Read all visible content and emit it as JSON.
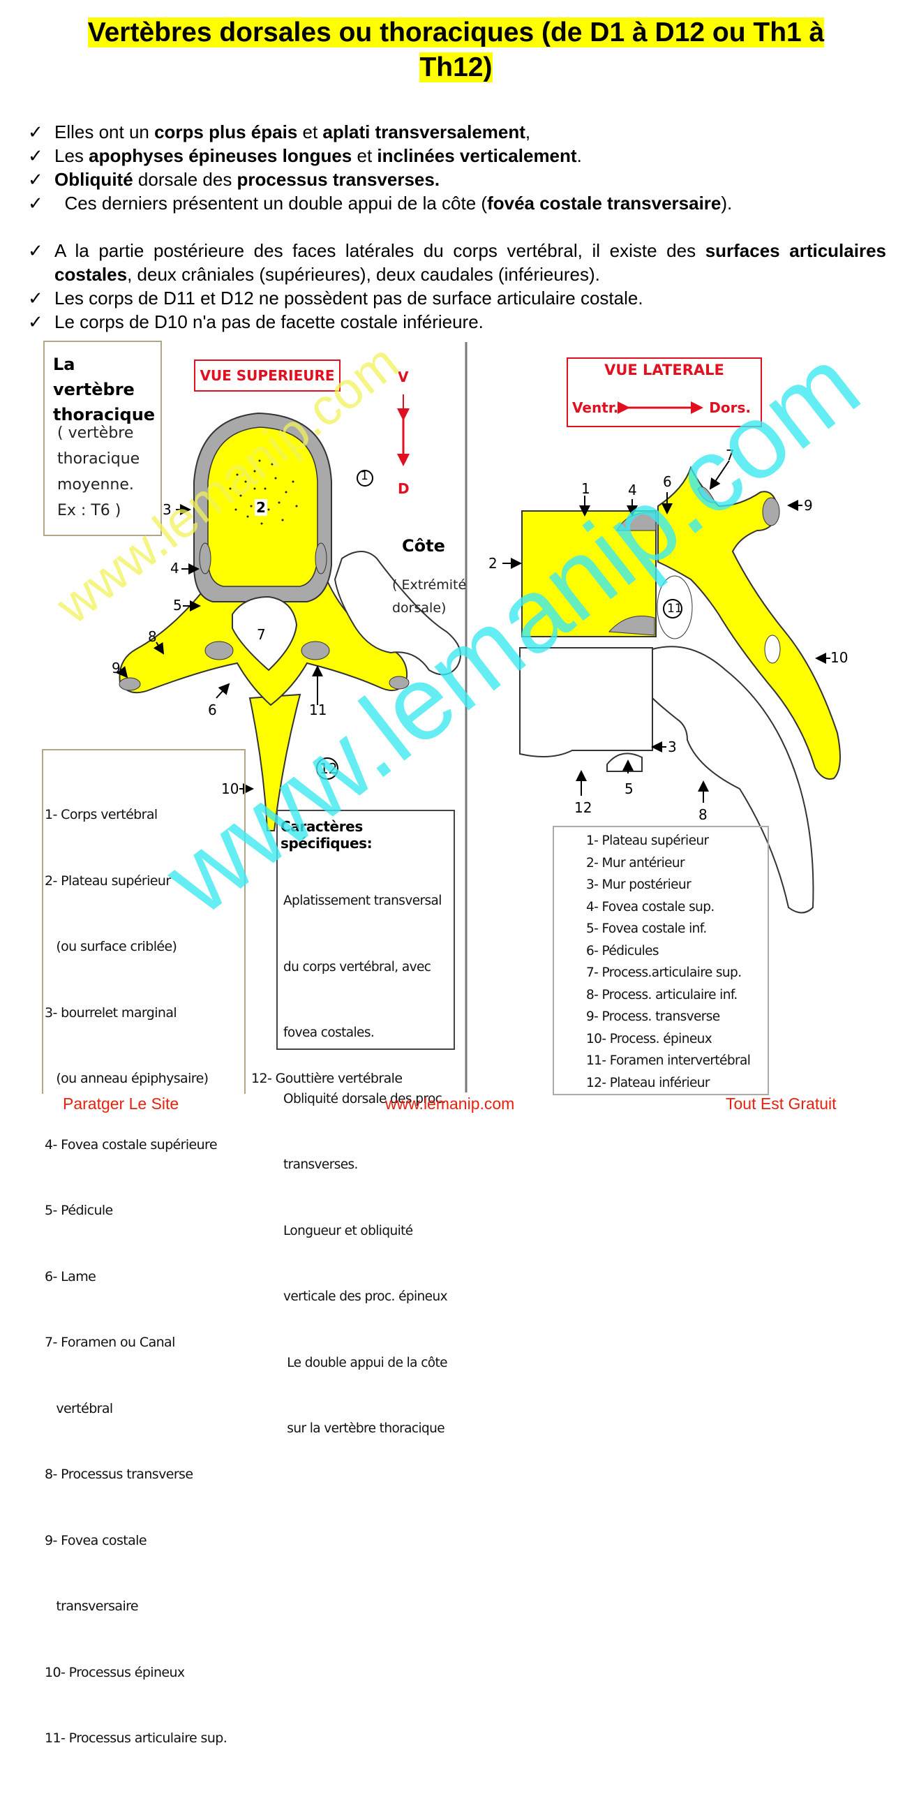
{
  "title": {
    "line1": "Vertèbres dorsales ou thoraciques (de D1 à D12 ou Th1 à",
    "line2": "Th12)"
  },
  "bullets": {
    "b1": {
      "a": "Elles ont un ",
      "b": "corps plus épais",
      "c": " et ",
      "d": "aplati transversalement",
      "e": ","
    },
    "b2": {
      "a": "Les ",
      "b": "apophyses épineuses longues",
      "c": " et ",
      "d": "inclinées verticalement",
      "e": "."
    },
    "b3": {
      "a": "Obliquité",
      "b": " dorsale des ",
      "c": "processus transverses."
    },
    "b4": {
      "a": "  Ces derniers présentent un double appui de la côte (",
      "b": "fovéa costale transversaire",
      "c": ")."
    },
    "b5": {
      "a": "A la partie postérieure des faces latérales du corps vertébral, il existe des ",
      "b": "surfaces articulaires costales",
      "c": ", deux crâniales (supérieures), deux caudales (inférieures)."
    },
    "b6": "Les corps de D11 et D12 ne possèdent pas de surface articulaire costale.",
    "b7": "Le corps de D10 n'a pas de facette costale inférieure."
  },
  "left_box": {
    "title1": "La vertèbre",
    "title2": "thoracique",
    "sub1": "( vertèbre",
    "sub2": "thoracique",
    "sub3": "moyenne.",
    "sub4": "Ex : T6 )"
  },
  "superior": {
    "label": "VUE SUPERIEURE",
    "v": "V",
    "d": "D",
    "circle1": "1",
    "n2": "2",
    "n3": "3",
    "n4": "4",
    "n5": "5",
    "n6": "6",
    "n7": "7",
    "n8": "8",
    "n9": "9",
    "n10": "10",
    "n11": "11",
    "n12": "12",
    "cote": "Côte",
    "cote_sub1": "( Extrémité",
    "cote_sub2": "dorsale)"
  },
  "lateral": {
    "label": "VUE LATERALE",
    "ventr": "Ventr.",
    "dors": "Dors.",
    "n1": "1",
    "n2": "2",
    "n3": "3",
    "n4": "4",
    "n5": "5",
    "n6": "6",
    "n7": "7",
    "n8": "8",
    "n9": "9",
    "n10": "10",
    "n11": "11",
    "n12": "12"
  },
  "legend_left": [
    "1- Corps vertébral",
    "2- Plateau supérieur",
    "   (ou surface criblée)",
    "3- bourrelet marginal",
    "   (ou anneau épiphysaire)",
    "4- Fovea costale supérieure",
    "5- Pédicule",
    "6- Lame",
    "7- Foramen ou Canal",
    "   vertébral",
    "8- Processus transverse",
    "9- Fovea costale",
    "   transversaire",
    "10- Processus épineux",
    "11- Processus articulaire sup."
  ],
  "legend_12": "12- Gouttière vertébrale",
  "specific": {
    "title": "Caractères spécifiques:",
    "lines": [
      "Aplatissement transversal",
      "du corps vertébral, avec",
      "fovea costales.",
      "Obliquité dorsale des proc.",
      "transverses.",
      "Longueur et obliquité",
      "verticale des proc. épineux",
      " Le double appui de la côte",
      " sur la vertèbre thoracique"
    ]
  },
  "legend_right": [
    "1- Plateau supérieur",
    "2- Mur antérieur",
    "3- Mur postérieur",
    "4- Fovea costale sup.",
    "5- Fovea costale inf.",
    "6- Pédicules",
    "7- Process.articulaire sup.",
    "8- Process. articulaire inf.",
    "9- Process. transverse",
    "10- Process. épineux",
    "11- Foramen intervertébral",
    "12- Plateau inférieur"
  ],
  "footer": {
    "left": "Paratger Le Site",
    "center": "www.lemanip.com",
    "right": "Tout Est Gratuit"
  },
  "watermark": {
    "big": "www.lemanip.com",
    "small": "www.lemanip.com"
  },
  "colors": {
    "yellow": "#ffff00",
    "grey": "#a9a9a9",
    "red": "#e01020",
    "watermark_cyan": "#3ee9ef",
    "watermark_yellow": "#f2f25a"
  }
}
